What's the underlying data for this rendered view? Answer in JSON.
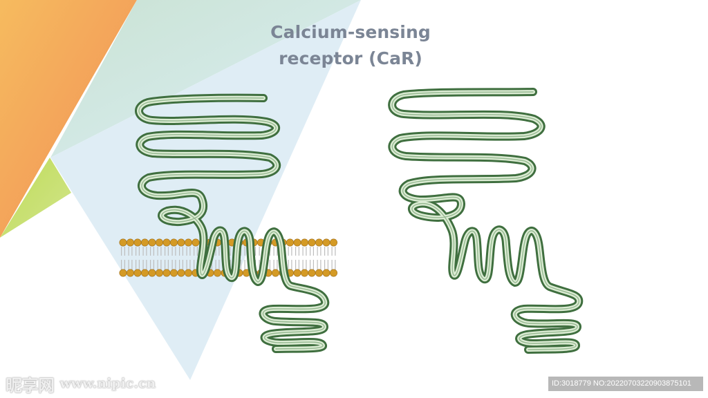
{
  "diagram": {
    "title_lines": [
      "Calcium-sensing",
      "receptor (CaR)"
    ],
    "icons": {
      "membrane": "lipid-bilayer-icon",
      "receptor": "ribbon-protein-icon"
    }
  },
  "watermark": {
    "brand": "昵享网",
    "url": "www.nipic.cn",
    "id_text": "ID:3018779 NO:20220703220903875101"
  },
  "colors": {
    "title": "#7b8595",
    "ribbon_dark": "#4e7d4e",
    "ribbon_light": "#d5e8cf",
    "lipid_head": "#d49a25",
    "background_orange": "#f2a555",
    "background_green": "#cfe6d9",
    "background_blue": "#dcecf4",
    "watermark_strip": "#b8b8b8"
  }
}
